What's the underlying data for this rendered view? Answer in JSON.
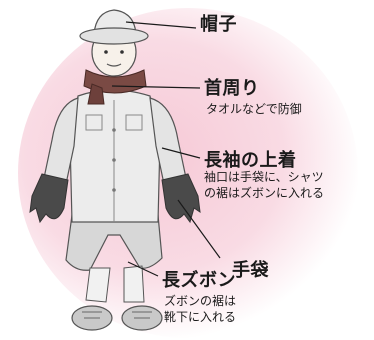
{
  "labels": {
    "hat": {
      "title": "帽子"
    },
    "neck": {
      "title": "首周り",
      "note": "タオルなどで防御"
    },
    "sleeve": {
      "title": "長袖の上着",
      "note_line1": "袖口は手袋に、シャツ",
      "note_line2": "の裾はズボンに入れる"
    },
    "gloves": {
      "title": "手袋"
    },
    "pants": {
      "title": "長ズボン",
      "note_line1": "ズボンの裾は",
      "note_line2": "靴下に入れる"
    }
  },
  "colors": {
    "background_glow": "#f6c9d6",
    "line": "#1a1a1a",
    "scarf": "#7a4a44",
    "gloves": "#4a4a4a",
    "clothing": "#e8e8e8"
  }
}
